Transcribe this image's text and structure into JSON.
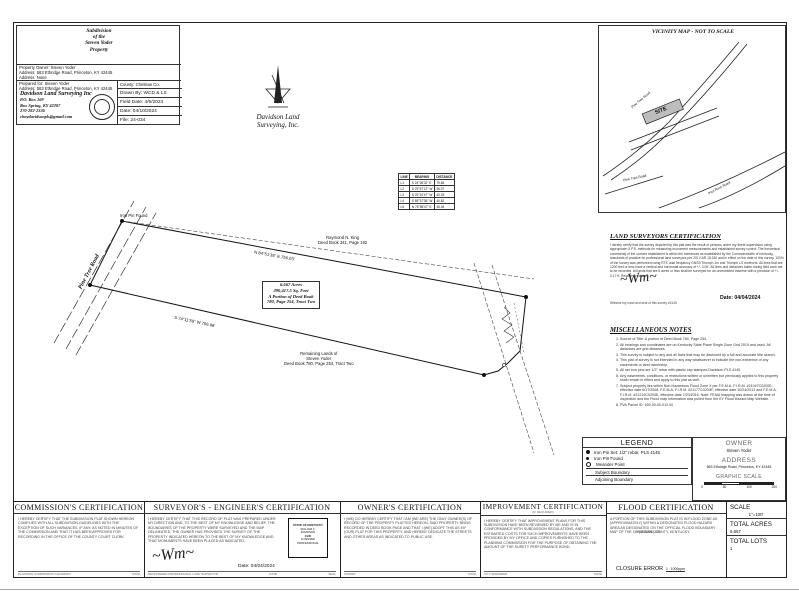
{
  "title_block": {
    "heading_line1": "Subdivision",
    "heading_line2": "of the",
    "heading_line3": "Steven Yoder",
    "heading_line4": "Property",
    "property_owner": "Property Owner: Steven Yoder",
    "address": "Address: 563 Ethridge Road, Princeton, KY 42445",
    "address2": "Address: None",
    "prepared_for": "Prepared for: Steven Yoder",
    "prepared_address": "Address: 563 Ethridge Road, Princeton, KY 42445",
    "county": "County: Christian Co.",
    "drawn_by": "Drawn By: WCD & LS",
    "field_date": "Field Date: 4/5/2024",
    "date": "Date: 04/10/2024",
    "file": "File: 24-034",
    "company": "Davidson Land Surveying Inc",
    "po_box": "P.O. Box 169",
    "city": "Box Spring, KY 42207",
    "phone": "270-282-2336",
    "email": "chaydavidsonpls@gmail.com"
  },
  "logo": {
    "line1": "Davidson Land",
    "line2": "Surveying, Inc."
  },
  "vicinity": {
    "title": "VICINITY MAP - NOT TO SCALE",
    "site_label": "SITE",
    "road1": "Pine Tree Road",
    "road2": "Pine Tree Road",
    "road3": "Pilot Rock Road"
  },
  "line_table": {
    "headers": [
      "LINE",
      "BEARING",
      "DISTANCE"
    ],
    "rows": [
      [
        "L1",
        "S 24°26'02\" E",
        "79.84"
      ],
      [
        "L2",
        "S 79°57'12\" W",
        "36.07"
      ],
      [
        "L3",
        "S 76°10'47\" W",
        "40.33"
      ],
      [
        "L4",
        "S 65°37'35\" W",
        "40.82"
      ],
      [
        "L5",
        "N 76°58'47\" E",
        "45.04"
      ]
    ]
  },
  "plat": {
    "acreage_line1": "6.667 Acres",
    "acreage_line2": "290,417.5 Sq. Feet",
    "acreage_line3": "A Portion of Deed Book",
    "acreage_line4": "780, Page 254, Tract Two",
    "owner_north_1": "Raymond N. King",
    "owner_north_2": "Deed Book 341, Page 192",
    "owner_south_1": "Remaining Lands of",
    "owner_south_2": "Steven Yoder",
    "owner_south_3": "Deed Book 780, Page 254, Tract Two",
    "road_label": "Pine Tree Road",
    "iron_pin_label": "Iron Pin Found",
    "bearing_top": "N 84°51'38\" E 756.03'",
    "bearing_bottom": "S 74°11'59\" W 766.98'"
  },
  "surveyor_cert": {
    "title": "LAND SURVEYORS CERTIFICATION",
    "text": "I hereby certify that the survey depicted by this plat was the result of persons under my direct supervision using appropriate G.P.S. methods for measuring monument measurements and established survey control. The theoretical uncertainty of the corners established is within the tolerances as established by the Commonwealth of Kentucky, standards of practice for professional land surveyors per 201 KAR 18:150 and in effect on the date of this survey. 100% of the survey was performed using RTK dual frequency GNSS Triumph 1m and Triumph LS receivers. All lines that are 1200 feet or less have a vertical and horizontal accuracy of +/- 0.05'. All lines and distances taken during field work are to be recorded. All lands that are 6 acres or less shall be surveyed for an unrestricted traverse with a precision of +/- 0.17 ft. Relative precision.",
    "date": "Date: 04/04/2024",
    "seal_caption": "Witness my hand and seal of this survey #4145"
  },
  "misc_notes": {
    "title": "MISCELLANEOUS NOTES",
    "items": [
      "Source of Title: A portion of Deed Book 780, Page 254.",
      "All bearings and coordinates are on Kentucky State Plane Single Zone Grid 2019 and used. All distances are grid distances.",
      "This survey is subject to any and all facts that may be disclosed by a full and accurate title search.",
      "This plat of survey is not intended in any way whatsoever to indicate the non-existence of any easements or land ownership.",
      "All set iron pins are 1/2\" rebar with plastic cap stamped Davidson PLS 4145.",
      "Any easements, conditions, or restrictions written or unwritten but previously applies to this property shall remain in effect and apply to this plat as well.",
      "Subject property lies within Non-Hazardous Flood Zone X per F.E.M.A. F.I.R.M. #21047C0200E, effective date 6/17/2008, F.E.M.A. F.I.R.M. #21177C0200E, effective date 10/24/2013 and F.E.M.A. F.I.R.M. #21219C0200E, effective date 7/20/2016. Note: FEMA mapping was drawn at the time of inspection and the Flood map information was pulled from the KY Flood Hazard Map Website.",
      "PVA Parcel ID: 169-00-00-012.00"
    ]
  },
  "legend": {
    "title": "LEGEND",
    "items": [
      "Iron Pin Set: 1/2\" rebar, PLS 4145",
      "Iron Pin Found",
      "Meander Point",
      "Subject Boundary",
      "Adjoining Boundary"
    ]
  },
  "owner_box": {
    "owner_title": "OWNER",
    "owner_name": "Steven Yoder",
    "address_title": "ADDRESS",
    "address_value": "563 Ethridge Road, Princeton, KY 42445",
    "graphic_scale": "GRAPHIC SCALE",
    "scale_ticks": [
      "0",
      "50",
      "100",
      "200"
    ]
  },
  "certs": {
    "commission": {
      "title": "COMMISSION'S CERTIFICATION",
      "text": "I hereby certify that the subdivision plat shown hereon complies with all subdivision guidelines with the exception of such variances, if any, as noted in minutes of the commission and that it has been approved for recording in the office of the county court clerk.",
      "footer_left": "PLANNING COMMISSION CHAIRMAN",
      "footer_right": "DATE"
    },
    "surveyor": {
      "title": "SURVEYOR'S - ENGINEER'S CERTIFICATION",
      "text": "I hereby certify that this record of plat was prepared under my direction and, to the best of my knowledge and belief, the boundaries of the property were surveyed and the map delineated. The owner has provided the survey of the property indicated hereon to the best of my knowledge and that monuments have been placed as indicated.",
      "date": "Date: 04/04/2024",
      "footer_left": "REGISTERED PROFESSIONAL LAND SURVEYOR",
      "footer_mid": "DATE",
      "footer_right": "SEAL",
      "seal_line1": "STATE OF KENTUCKY",
      "seal_line2": "WILLIAM C.",
      "seal_line3": "DAVIDSON",
      "seal_line4": "4145",
      "seal_line5": "LICENSED",
      "seal_line6": "PROFESSIONAL"
    },
    "owner": {
      "title": "OWNER'S CERTIFICATION",
      "text": "I (we) do hereby certify that I am (we are) the only owner(s) of record of the property platted hereon, said property being recorded in deed book page and that I (we) adopt this as my (our) plat for this property, and hereby dedicate the streets and other areas as indicated to public use.",
      "footer_left": "OWNER",
      "footer_right": "DATE"
    },
    "improvement": {
      "title": "IMPROVEMENT CERTIFICATION",
      "subtitle": "(IF REQUIRED)",
      "text": "I hereby certify that improvement plans for this subdivision have been reviewed by me and is in conformance with subdivision regulations, and the estimated costs for such improvements have been provided by my office and copies furnished to the planning commission for the purpose of obtaining the amount of the surety performance bond.",
      "footer_left": "CITY ENGINEER",
      "footer_right": "DATE"
    },
    "flood": {
      "title": "FLOOD CERTIFICATION",
      "text": "A portion of this subdivision plat is in flood zone as (approximately) within a designated flood hazard area as designated on the official flood boundary map of the Christian county, Kentucky.",
      "zone_label": "X (SHADED) OR",
      "closure": "CLOSURE ERROR",
      "closure_value": "1 : 1000ppm"
    }
  },
  "summary": {
    "scale_label": "SCALE",
    "scale_value": "1\"=100'",
    "total_acres_label": "TOTAL ACRES",
    "total_acres_value": "6.667",
    "total_lots_label": "TOTAL LOTS",
    "total_lots_value": "1"
  }
}
